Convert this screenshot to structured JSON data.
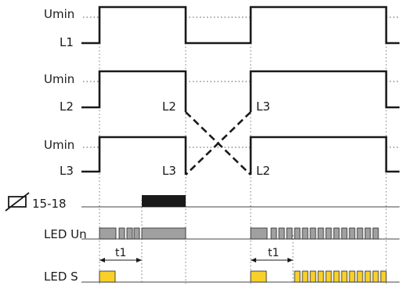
{
  "signals": [
    {
      "umin_label": "Umin",
      "line_label": "L1"
    },
    {
      "umin_label": "Umin",
      "line_label": "L2"
    },
    {
      "umin_label": "Umin",
      "line_label": "L3"
    }
  ],
  "crossing_labels": {
    "l2_first": "L2",
    "l3_first": "L3",
    "l3_second": "L3",
    "l2_second": "L2"
  },
  "relay": {
    "label": "15-18",
    "icon": "relay-coil-icon"
  },
  "led_un": {
    "label": "LED Un",
    "color": "#a0a0a0"
  },
  "led_s": {
    "label": "LED S",
    "color": "#f7d02a"
  },
  "timing": {
    "t1_label_1": "t1",
    "t1_label_2": "t1"
  },
  "colors": {
    "relay_on": "#1a1a1a",
    "led_border": "#222222"
  }
}
